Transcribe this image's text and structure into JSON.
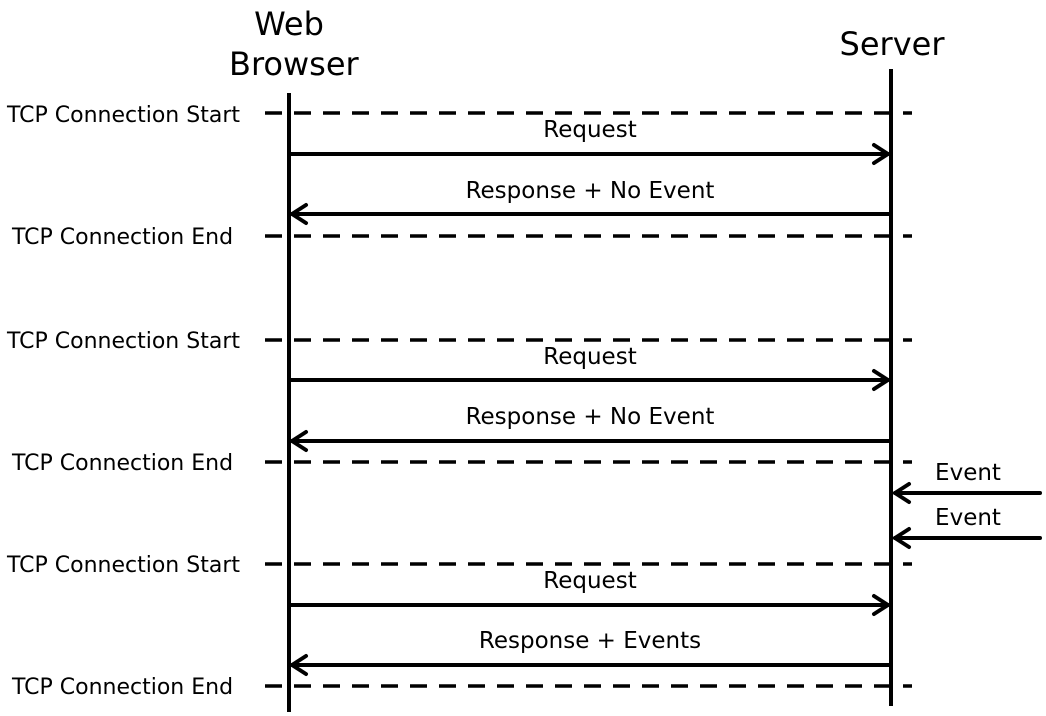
{
  "lifelines": {
    "browser": {
      "title_line1": "Web",
      "title_line2": "Browser"
    },
    "server": {
      "title": "Server"
    }
  },
  "connection_markers": [
    {
      "label": "TCP Connection Start"
    },
    {
      "label": "TCP Connection End"
    },
    {
      "label": "TCP Connection Start"
    },
    {
      "label": "TCP Connection End"
    },
    {
      "label": "TCP Connection Start"
    },
    {
      "label": "TCP Connection End"
    }
  ],
  "messages": [
    {
      "label": "Request",
      "direction": "to-server"
    },
    {
      "label": "Response + No Event",
      "direction": "to-browser"
    },
    {
      "label": "Request",
      "direction": "to-server"
    },
    {
      "label": "Response + No Event",
      "direction": "to-browser"
    },
    {
      "label": "Request",
      "direction": "to-server"
    },
    {
      "label": "Response + Events",
      "direction": "to-browser"
    }
  ],
  "external_events": [
    {
      "label": "Event"
    },
    {
      "label": "Event"
    }
  ]
}
